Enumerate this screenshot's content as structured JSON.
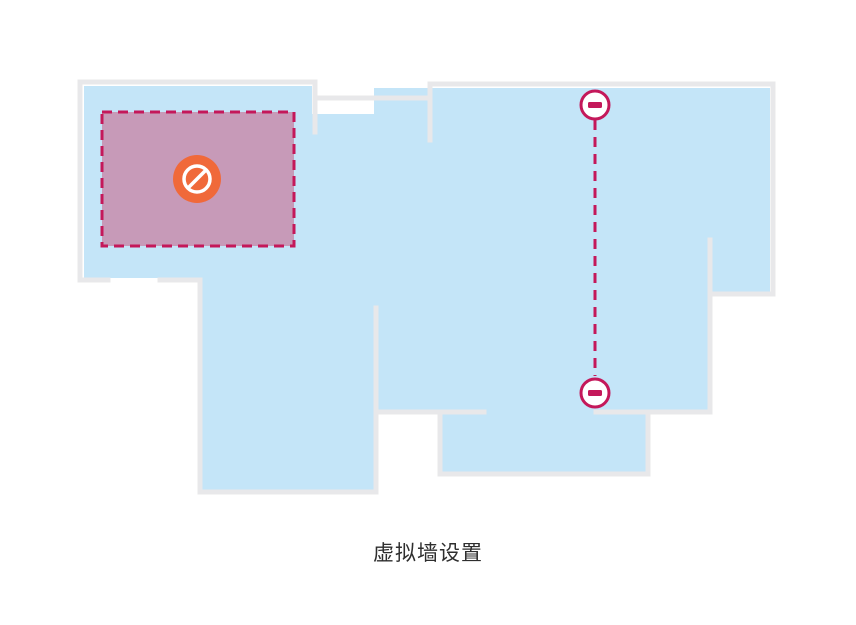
{
  "caption": "虚拟墙设置",
  "colors": {
    "floor": "#c4e5f8",
    "wall": "#e8e8ea",
    "no_go_fill": "#c79ab8",
    "no_go_border": "#c4185a",
    "no_go_icon_bg": "#f0693a",
    "virtual_wall": "#c4185a",
    "handle_fill": "#ffffff"
  },
  "no_go_zone": {
    "label": "no-go-zone",
    "icon": "prohibited-icon"
  },
  "virtual_wall": {
    "label": "virtual-wall",
    "handles": [
      "remove-handle-top",
      "remove-handle-bottom"
    ]
  }
}
